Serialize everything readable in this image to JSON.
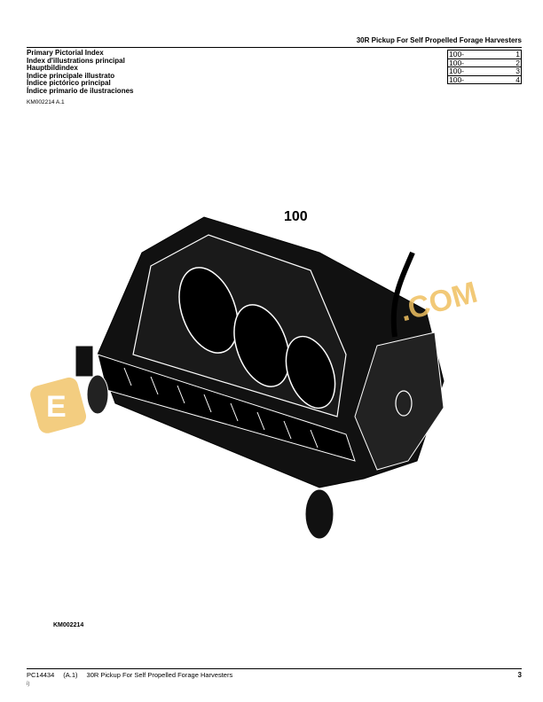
{
  "header": {
    "title": "30R Pickup For Self Propelled Forage Harvesters"
  },
  "index_titles": [
    "Primary Pictorial Index",
    "Index d'illustrations principal",
    "Hauptbildindex",
    "Indice principale illustrato",
    "Índice pictórico principal",
    "Índice primario de ilustraciones"
  ],
  "references": [
    {
      "group": "100-",
      "page": "1"
    },
    {
      "group": "100-",
      "page": "2"
    },
    {
      "group": "100-",
      "page": "3"
    },
    {
      "group": "100-",
      "page": "4"
    }
  ],
  "figure_ref": "KM002214 A.1",
  "figure": {
    "number": "100",
    "label": "KM002214",
    "watermark": ".COM"
  },
  "footer": {
    "doc_id": "PC14434",
    "revision": "(A.1)",
    "title": "30R Pickup For Self Propelled Forage Harvesters",
    "page": "3",
    "sub": "i)"
  }
}
